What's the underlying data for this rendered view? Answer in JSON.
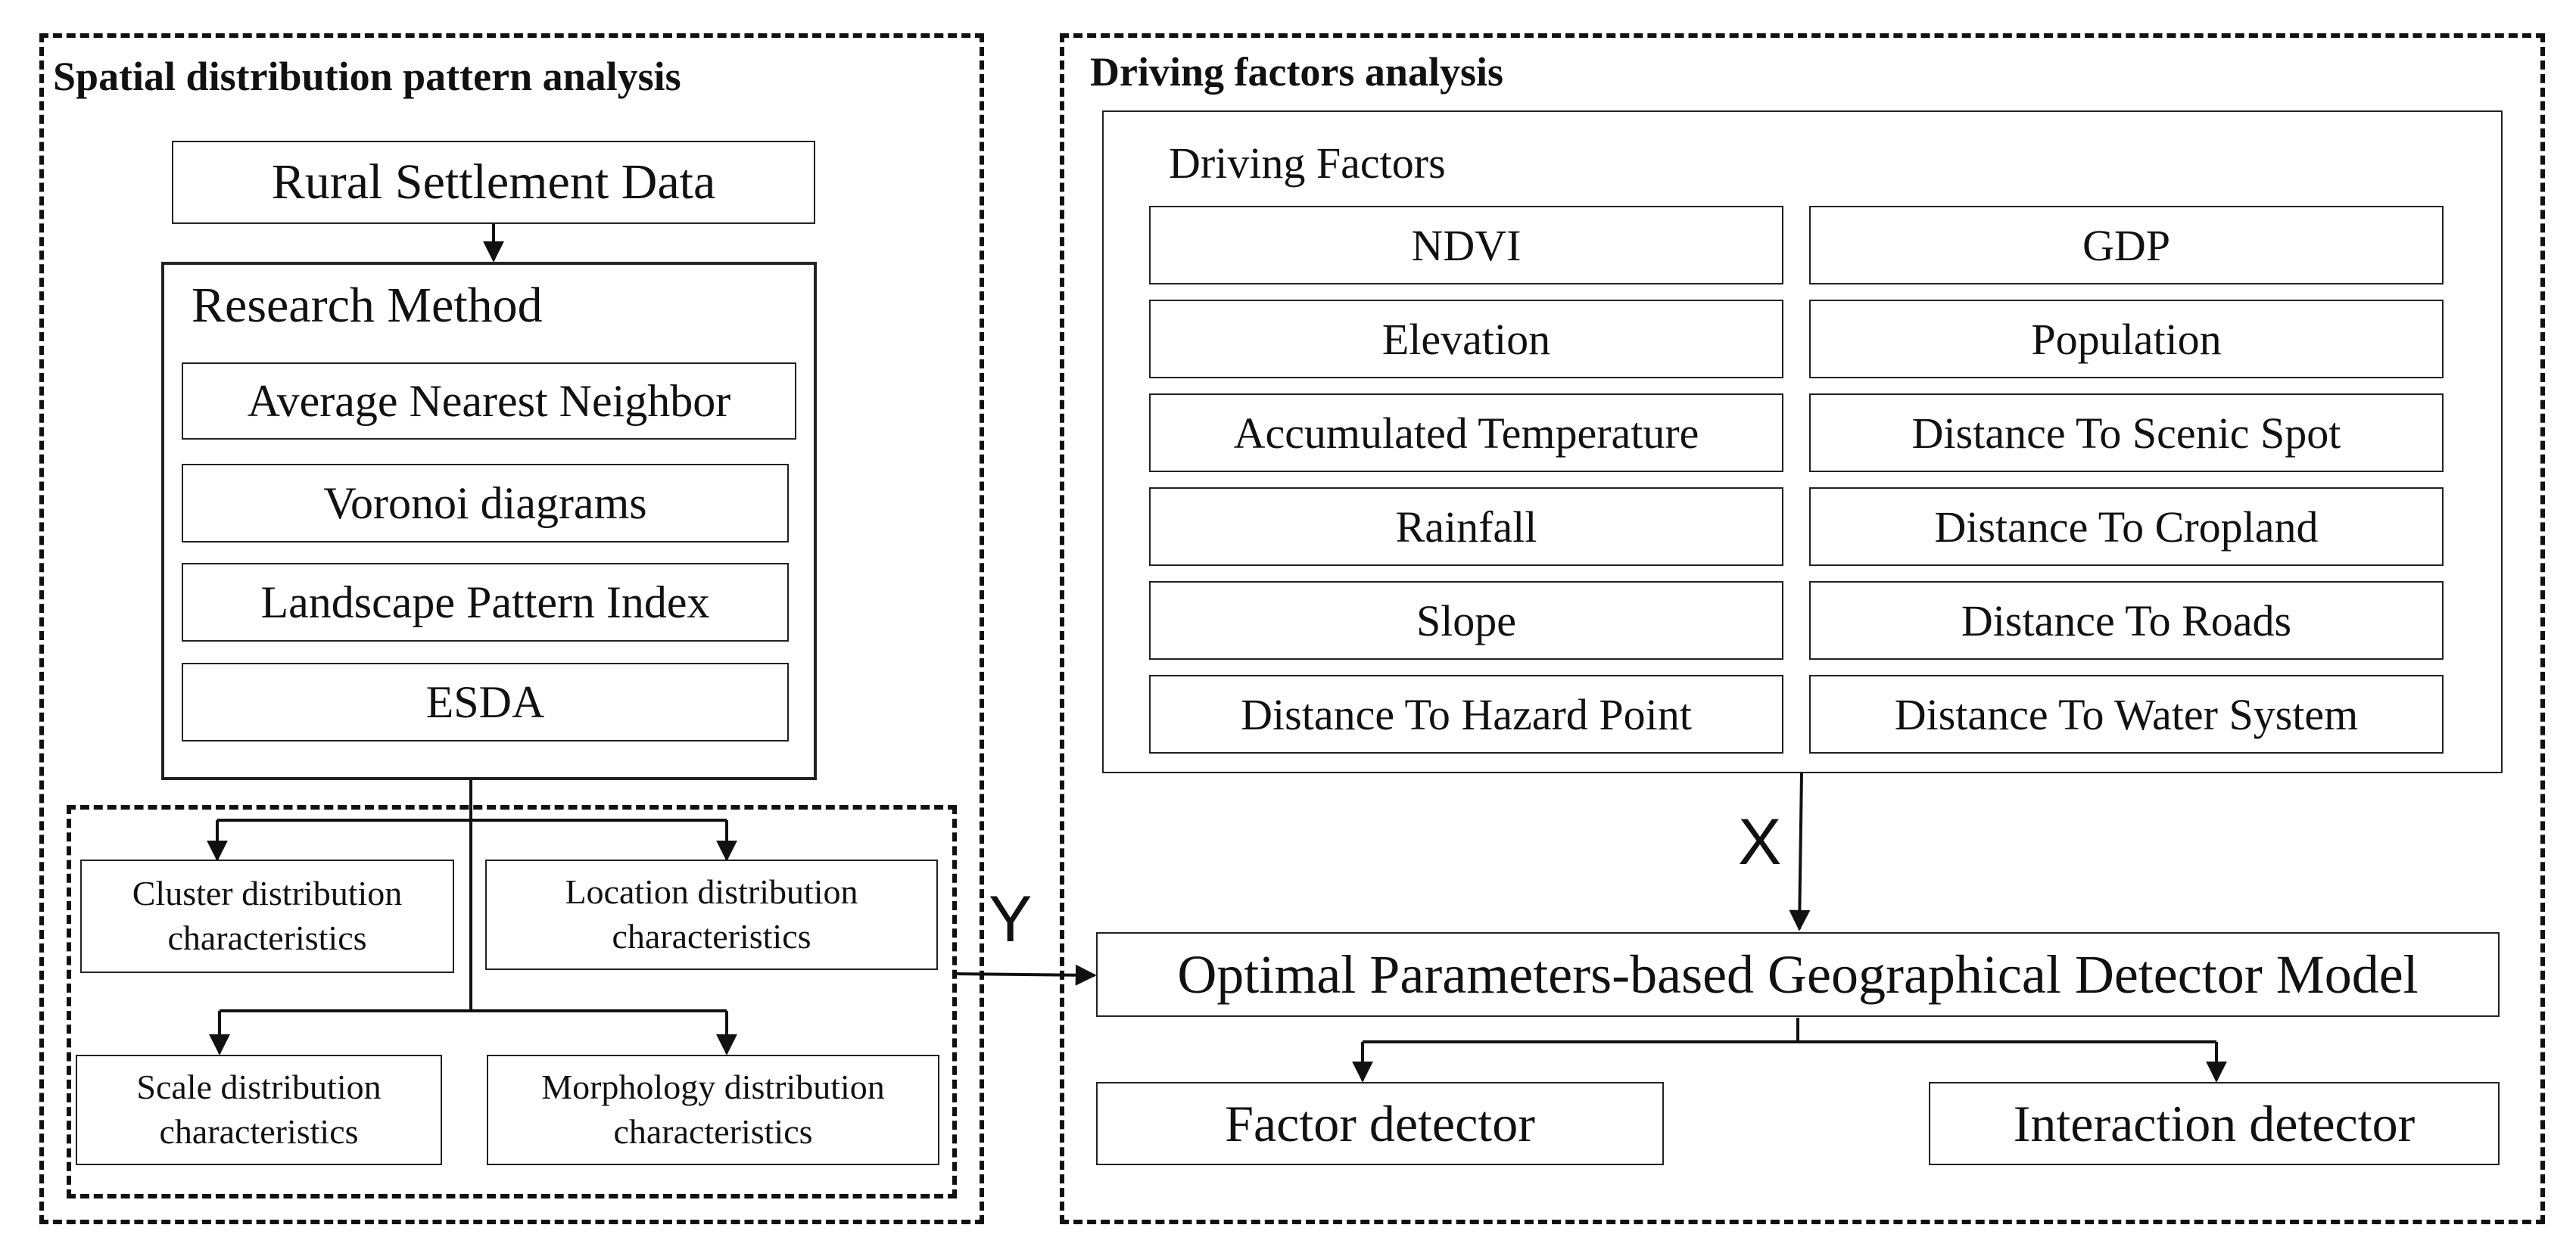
{
  "left_panel": {
    "title": "Spatial distribution pattern analysis",
    "data_box": "Rural Settlement Data",
    "method": {
      "title": "Research Method",
      "items": [
        "Average Nearest Neighbor",
        "Voronoi diagrams",
        "Landscape Pattern Index",
        "ESDA"
      ]
    },
    "characteristics": {
      "cluster": [
        "Cluster distribution",
        "characteristics"
      ],
      "location": [
        "Location distribution",
        "characteristics"
      ],
      "scale": [
        "Scale distribution",
        "characteristics"
      ],
      "morphology": [
        "Morphology distribution",
        "characteristics"
      ]
    }
  },
  "right_panel": {
    "title": "Driving factors analysis",
    "factors": {
      "title": "Driving Factors",
      "left": [
        "NDVI",
        "Elevation",
        "Accumulated Temperature",
        "Rainfall",
        "Slope",
        "Distance To Hazard Point"
      ],
      "right": [
        "GDP",
        "Population",
        "Distance To Scenic Spot",
        "Distance To Cropland",
        "Distance To Roads",
        "Distance To Water System"
      ]
    },
    "model": "Optimal Parameters-based Geographical Detector Model",
    "detectors": {
      "factor": "Factor detector",
      "interaction": "Interaction detector"
    }
  },
  "arrow_labels": {
    "x": "X",
    "y": "Y"
  }
}
